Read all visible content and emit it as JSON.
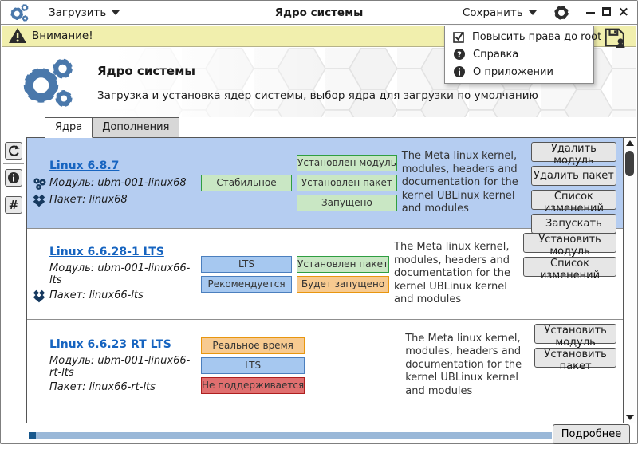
{
  "titlebar": {
    "load_menu": "Загрузить",
    "title": "Ядро системы",
    "save_menu": "Сохранить"
  },
  "alert_bar": {
    "warning_text": "Внимание!"
  },
  "menu_popup": {
    "items": [
      {
        "icon": "checkbox-checked-icon",
        "label": "Повысить права до root"
      },
      {
        "icon": "help-circle-icon",
        "label": "Справка"
      },
      {
        "icon": "info-circle-icon",
        "label": "О приложении"
      }
    ]
  },
  "header": {
    "title": "Ядро системы",
    "subtitle": "Загрузка и установка ядер системы, выбор ядра для загрузки по умолчанию"
  },
  "tabs": [
    {
      "label": "Ядра",
      "active": true
    },
    {
      "label": "Дополнения",
      "active": false
    }
  ],
  "side_toolbar": [
    {
      "icon": "refresh-icon"
    },
    {
      "icon": "info-circle-icon"
    },
    {
      "icon": "hash-icon",
      "glyph": "#"
    }
  ],
  "kernels": [
    {
      "name": "Linux 6.8.7",
      "module_label": "Модуль: ubm-001-linux68",
      "package_label": "Пакет: linux68",
      "selected": true,
      "badges_col1": [
        {
          "label": "Стабильное",
          "type": "green"
        }
      ],
      "badges_col2": [
        {
          "label": "Установлен модуль",
          "type": "green"
        },
        {
          "label": "Установлен пакет",
          "type": "green"
        },
        {
          "label": "Запущено",
          "type": "green"
        }
      ],
      "description": "The Meta linux kernel, modules, headers and documentation for the kernel UBLinux kernel and modules",
      "buttons": [
        "Удалить модуль",
        "Удалить пакет",
        "Список изменений",
        "Запускать"
      ]
    },
    {
      "name": "Linux 6.6.28-1 LTS",
      "module_label": "Модуль: ubm-001-linux66-lts",
      "package_label": "Пакет: linux66-lts",
      "selected": false,
      "badges_col1": [
        {
          "label": "LTS",
          "type": "blue"
        },
        {
          "label": "Рекомендуется",
          "type": "blue"
        }
      ],
      "badges_col2": [
        {
          "label": "Установлен пакет",
          "type": "green"
        },
        {
          "label": "Будет запущено",
          "type": "orange"
        }
      ],
      "description": "The Meta linux kernel, modules, headers and documentation for the kernel UBLinux kernel and modules",
      "buttons": [
        "Установить модуль",
        "Список изменений"
      ]
    },
    {
      "name": "Linux 6.6.23 RT LTS",
      "module_label": "Модуль: ubm-001-linux66-rt-lts",
      "package_label": "Пакет: linux66-rt-lts",
      "selected": false,
      "badges_col1": [
        {
          "label": "Реальное время",
          "type": "orange"
        },
        {
          "label": "LTS",
          "type": "blue"
        },
        {
          "label": "Не поддерживается",
          "type": "red"
        }
      ],
      "badges_col2": [],
      "description": "The Meta linux kernel, modules, headers and documentation for the kernel UBLinux kernel and modules",
      "buttons": [
        "Установить модуль",
        "Установить пакет"
      ]
    }
  ],
  "footer": {
    "details_button": "Подробнее"
  },
  "colors": {
    "accent_gear_blue": "#4a78ab",
    "link_blue": "#1664c0",
    "selected_row": "#b5cdf1",
    "alert_bar_bg": "#f1efad",
    "badge_green_bg": "#c9e7c4",
    "badge_green_border": "#2f9e41",
    "badge_blue_bg": "#a6c8f0",
    "badge_blue_border": "#4b7fbe",
    "badge_orange_bg": "#f7ca90",
    "badge_orange_border": "#e8960f",
    "badge_red_bg": "#e06f6f",
    "badge_red_border": "#ae1f1f",
    "progress_track": "#9ab8d8",
    "progress_fill": "#17578c"
  }
}
